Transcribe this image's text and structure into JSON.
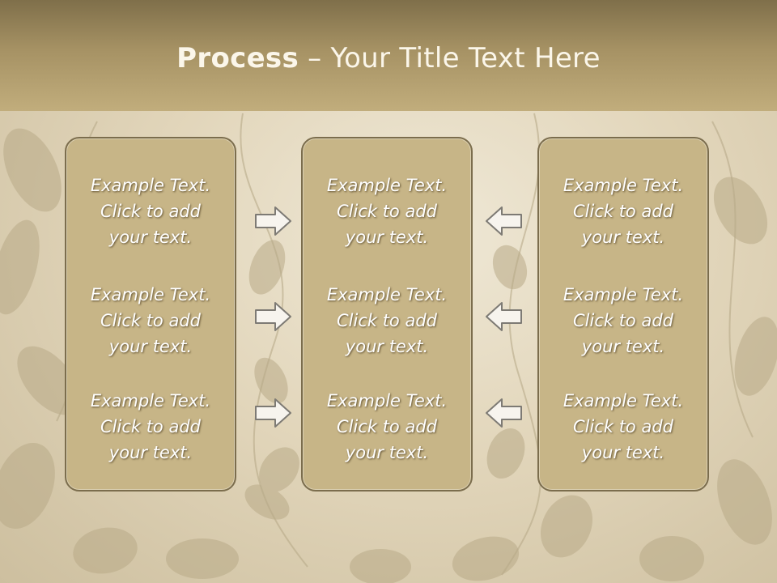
{
  "slide": {
    "title_bold": "Process",
    "title_rest": " – Your Title Text Here"
  },
  "columns": [
    {
      "items": [
        {
          "line1": "Example Text.",
          "line2": "Click  to add",
          "line3": "your text."
        },
        {
          "line1": "Example Text.",
          "line2": "Click  to add",
          "line3": "your text."
        },
        {
          "line1": "Example Text.",
          "line2": "Click  to add",
          "line3": "your text."
        }
      ]
    },
    {
      "items": [
        {
          "line1": "Example Text.",
          "line2": "Click  to add",
          "line3": "your text."
        },
        {
          "line1": "Example Text.",
          "line2": "Click  to add",
          "line3": "your text."
        },
        {
          "line1": "Example Text.",
          "line2": "Click  to add",
          "line3": "your text."
        }
      ]
    },
    {
      "items": [
        {
          "line1": "Example Text.",
          "line2": "Click  to add",
          "line3": "your text."
        },
        {
          "line1": "Example Text.",
          "line2": "Click  to add",
          "line3": "your text."
        },
        {
          "line1": "Example Text.",
          "line2": "Click  to add",
          "line3": "your text."
        }
      ]
    }
  ],
  "arrows": {
    "left_group": "right-arrow-icon",
    "right_group": "left-arrow-icon"
  },
  "colors": {
    "header": "#a69264",
    "box_fill": "#c7b587",
    "box_border": "#7b6d4d",
    "text": "#ffffff"
  }
}
